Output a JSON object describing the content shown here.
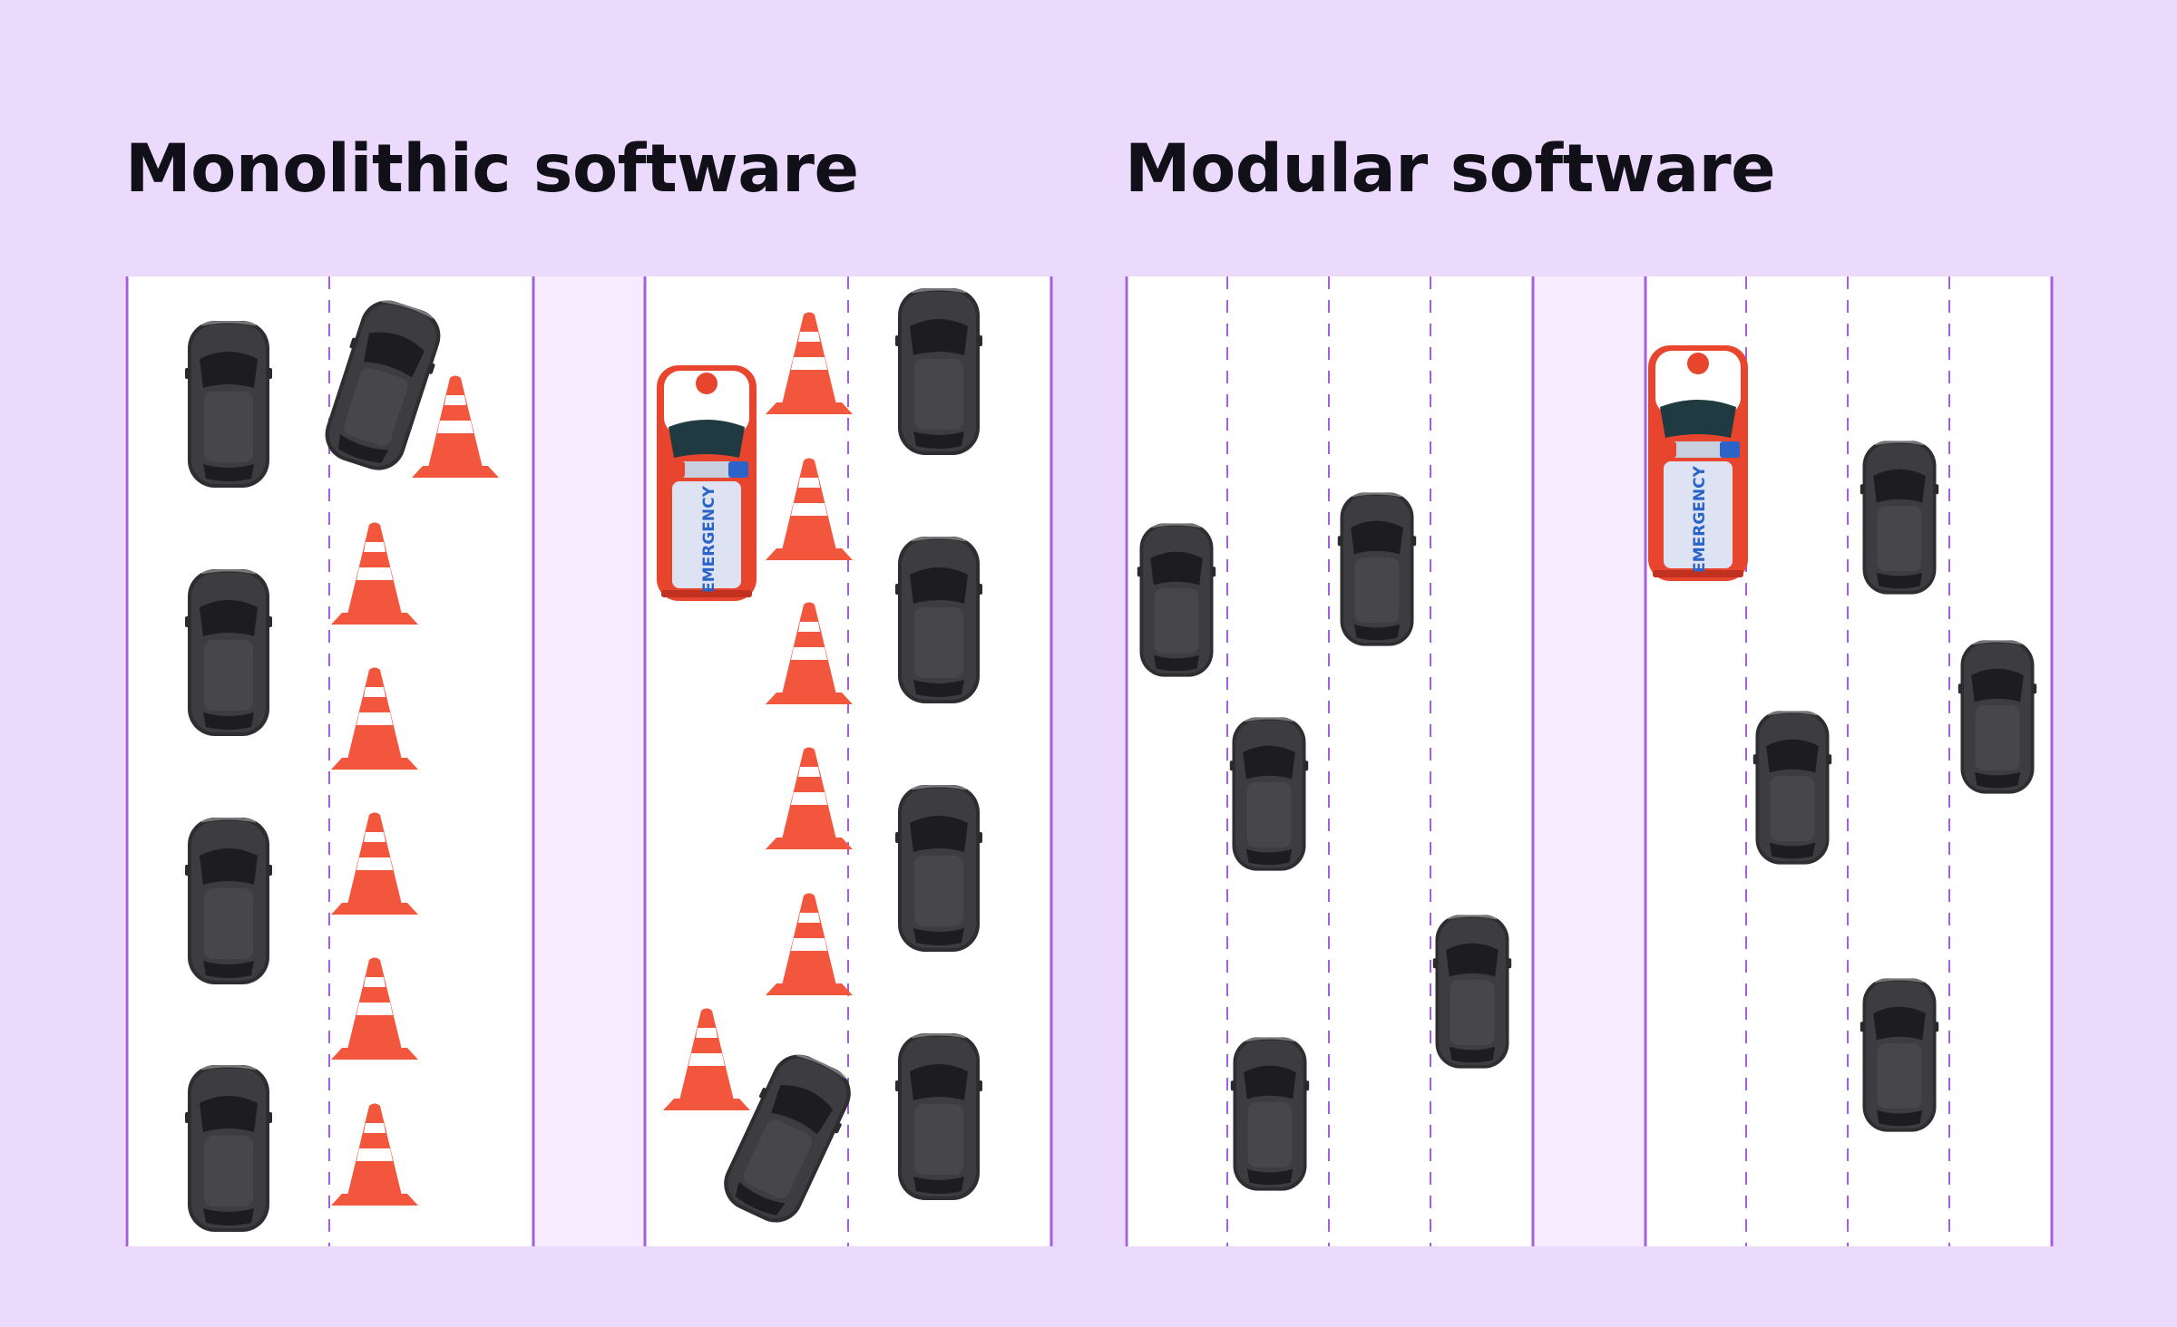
{
  "panels": [
    {
      "title": "Monolithic software",
      "ambulance_label": "EMERGENCY"
    },
    {
      "title": "Modular software",
      "ambulance_label": "EMERGENCY"
    }
  ],
  "colors": {
    "background": "#ecdafc",
    "road": "#ffffff",
    "median": "#f7ecff",
    "lane_line": "#a35fe0",
    "car_body": "#3b3b3f",
    "cone": "#f2573e",
    "ambulance_red": "#e8452f",
    "ambulance_blue": "#2a64c9"
  }
}
